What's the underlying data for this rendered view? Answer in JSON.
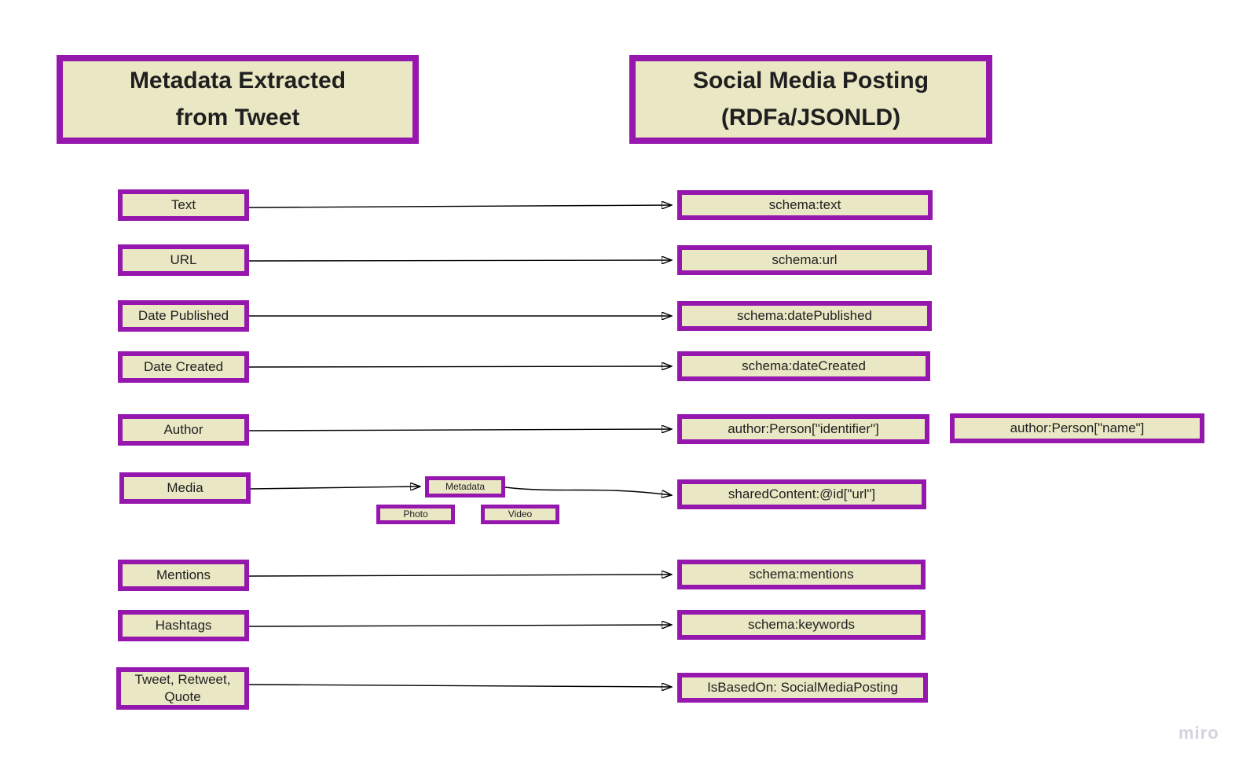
{
  "headers": {
    "left": {
      "line1": "Metadata Extracted",
      "line2": "from Tweet"
    },
    "right": {
      "line1": "Social Media Posting",
      "line2": "(RDFa/JSONLD)"
    }
  },
  "nodes": {
    "text": "Text",
    "url": "URL",
    "date_published": "Date Published",
    "date_created": "Date Created",
    "author": "Author",
    "media": "Media",
    "mentions": "Mentions",
    "hashtags": "Hashtags",
    "tweet_retweet_quote": "Tweet, Retweet, Quote",
    "metadata": "Metadata",
    "photo": "Photo",
    "video": "Video",
    "schema_text": "schema:text",
    "schema_url": "schema:url",
    "schema_date_published": "schema:datePublished",
    "schema_date_created": "schema:dateCreated",
    "author_person_identifier": "author:Person[\"identifier\"]",
    "author_person_name": "author:Person[\"name\"]",
    "shared_content": "sharedContent:@id[\"url\"]",
    "schema_mentions": "schema:mentions",
    "schema_keywords": "schema:keywords",
    "is_based_on": "IsBasedOn: SocialMediaPosting"
  },
  "connections": [
    {
      "from": "Text",
      "to": "schema:text"
    },
    {
      "from": "URL",
      "to": "schema:url"
    },
    {
      "from": "Date Published",
      "to": "schema:datePublished"
    },
    {
      "from": "Date Created",
      "to": "schema:dateCreated"
    },
    {
      "from": "Author",
      "to": "author:Person[\"identifier\"]"
    },
    {
      "from": "Media",
      "to": "Metadata"
    },
    {
      "from": "Metadata",
      "to": "sharedContent:@id[\"url\"]"
    },
    {
      "from": "Mentions",
      "to": "schema:mentions"
    },
    {
      "from": "Hashtags",
      "to": "schema:keywords"
    },
    {
      "from": "Tweet, Retweet, Quote",
      "to": "IsBasedOn: SocialMediaPosting"
    }
  ],
  "colors": {
    "shape_fill": "#EAE7C4",
    "shape_border": "#9617AE",
    "text": "#1f1f1f",
    "connector": "#000000",
    "watermark": "#d3d3de"
  },
  "watermark": "miro"
}
